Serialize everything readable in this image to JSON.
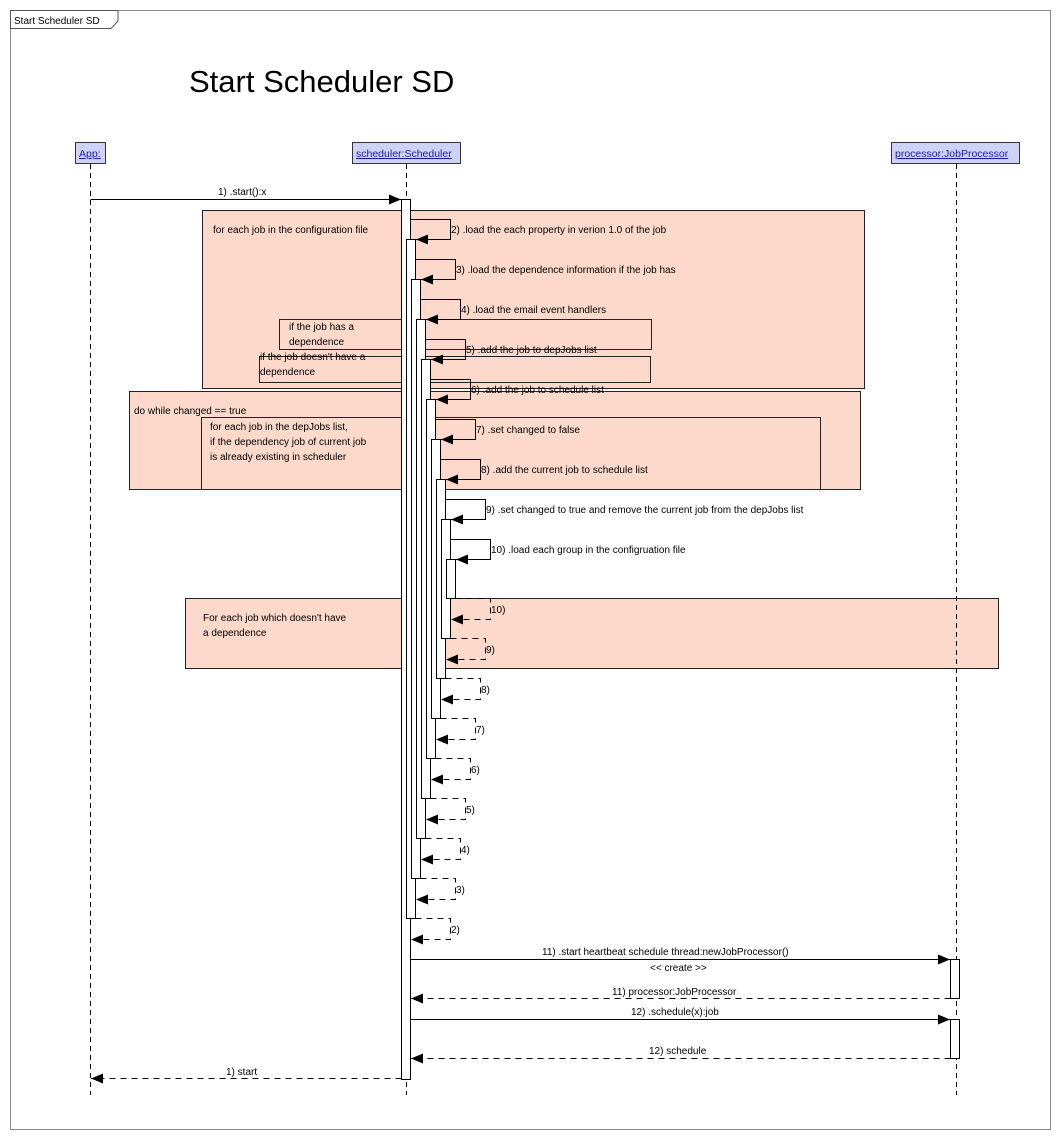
{
  "frame": {
    "tab": "Start Scheduler SD",
    "title": "Start Scheduler SD"
  },
  "lifelines": [
    {
      "id": "app",
      "label": "App:"
    },
    {
      "id": "scheduler",
      "label": "scheduler:Scheduler"
    },
    {
      "id": "processor",
      "label": "processor:JobProcessor"
    }
  ],
  "fragments": [
    {
      "id": "config-loop",
      "label": "for each job in the configuration file"
    },
    {
      "id": "has-dep",
      "label_lines": [
        "if the job has a",
        "dependence"
      ]
    },
    {
      "id": "no-dep",
      "label_lines": [
        "if the job doesn't have a",
        "dependence"
      ]
    },
    {
      "id": "changed-loop",
      "label": "do while changed == true"
    },
    {
      "id": "depjobs-loop",
      "label_lines": [
        "for each job in the depJobs list,",
        "if the dependency job of current job",
        "is already existing in scheduler"
      ]
    },
    {
      "id": "no-dep-jobs",
      "label_lines": [
        "For each job which doesn't have",
        "a dependence"
      ]
    }
  ],
  "messages": [
    {
      "num": "1)",
      "text": "1) .start():x"
    },
    {
      "num": "2)",
      "text": "2) .load the each property in verion 1.0 of the job"
    },
    {
      "num": "3)",
      "text": "3) .load the dependence information if the job has"
    },
    {
      "num": "4)",
      "text": "4) .load the email event handlers"
    },
    {
      "num": "5)",
      "text": "5) .add the job to depJobs list"
    },
    {
      "num": "6)",
      "text": "6) .add the job to schedule list"
    },
    {
      "num": "7)",
      "text": "7) .set changed to false"
    },
    {
      "num": "8)",
      "text": "8) .add the current job to schedule list"
    },
    {
      "num": "9)",
      "text": "9) .set changed to true and remove the current job from the depJobs list"
    },
    {
      "num": "10)",
      "text": "10) .load each group in the configruation file"
    },
    {
      "num": "11)",
      "text": "11) .start heartbeat schedule thread:newJobProcessor()"
    },
    {
      "num": "11)",
      "text": "<< create >>"
    },
    {
      "num": "12)",
      "text": "12) .schedule(x):job"
    }
  ],
  "returns": [
    {
      "text": "10)"
    },
    {
      "text": "9)"
    },
    {
      "text": "8)"
    },
    {
      "text": "7)"
    },
    {
      "text": "6)"
    },
    {
      "text": "5)"
    },
    {
      "text": "4)"
    },
    {
      "text": "3)"
    },
    {
      "text": "2)"
    },
    {
      "text": "11) processor:JobProcessor"
    },
    {
      "text": "12) schedule"
    },
    {
      "text": "1) start"
    }
  ],
  "colors": {
    "fragment_fill": "#fcd9cb",
    "lifeline_head_fill": "#cfd2f7",
    "line": "#000000"
  }
}
